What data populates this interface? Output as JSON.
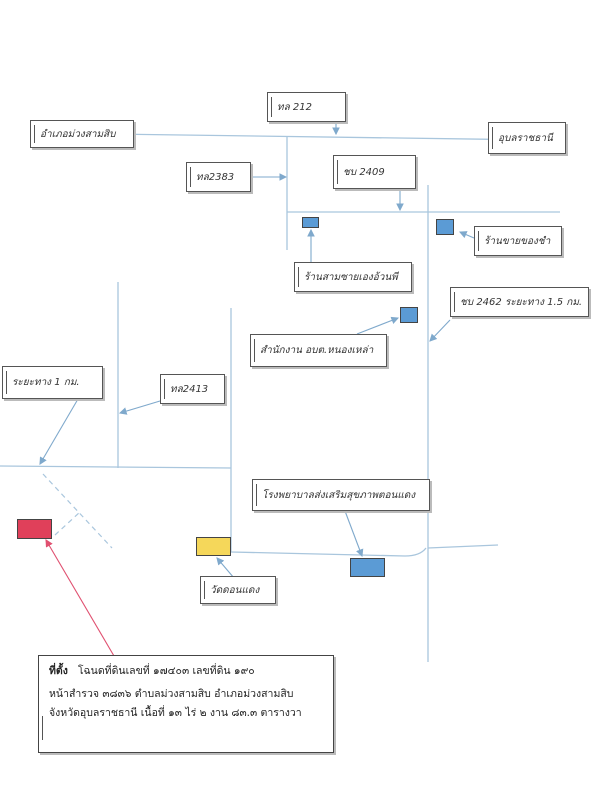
{
  "labels": {
    "amphoe_muang_sam_sip": "อำเภอม่วงสามสิบ",
    "thl_212": "ทล 212",
    "ubon_ratchathani": "อุบลราชธานี",
    "thl_2383": "ทล2383",
    "thb_2409": "ชบ 2409",
    "shop_somchai": "ร้านสามซายเองอ้วนพี",
    "shop_repair": "ร้านขายของชำ",
    "thb_2462": "ชบ 2462 ระยะทาง 1.5 กม.",
    "obt_office": "สำนักงาน อบต.หนองเหล่า",
    "distance_1km": "ระยะทาง 1 กม.",
    "thl_2413": "ทล2413",
    "hospital": "โรงพยาบาลส่งเสริมสุขภาพตอนแดง",
    "temple": "วัดดอนแดง"
  },
  "info": {
    "heading": "ที่ตั้ง",
    "line1": "โฉนดที่ดินเลขที่ ๑๗๔๐๓ เลขที่ดิน ๑๙๐",
    "line2": "หน้าสำรวจ ๓๘๓๖ ตำบลม่วงสามสิบ อำเภอม่วงสามสิบ",
    "line3": "จังหวัดอุบลราชธานี  เนื้อที่ ๑๓ ไร่ ๒ งาน ๘๓.๓ ตารางวา"
  },
  "colors": {
    "site_marker": "#e0405a",
    "landmark_marker": "#5b9bd5",
    "temple_marker": "#f5d75a",
    "road": "#a9c6dd",
    "pointer_line": "#e05070"
  }
}
